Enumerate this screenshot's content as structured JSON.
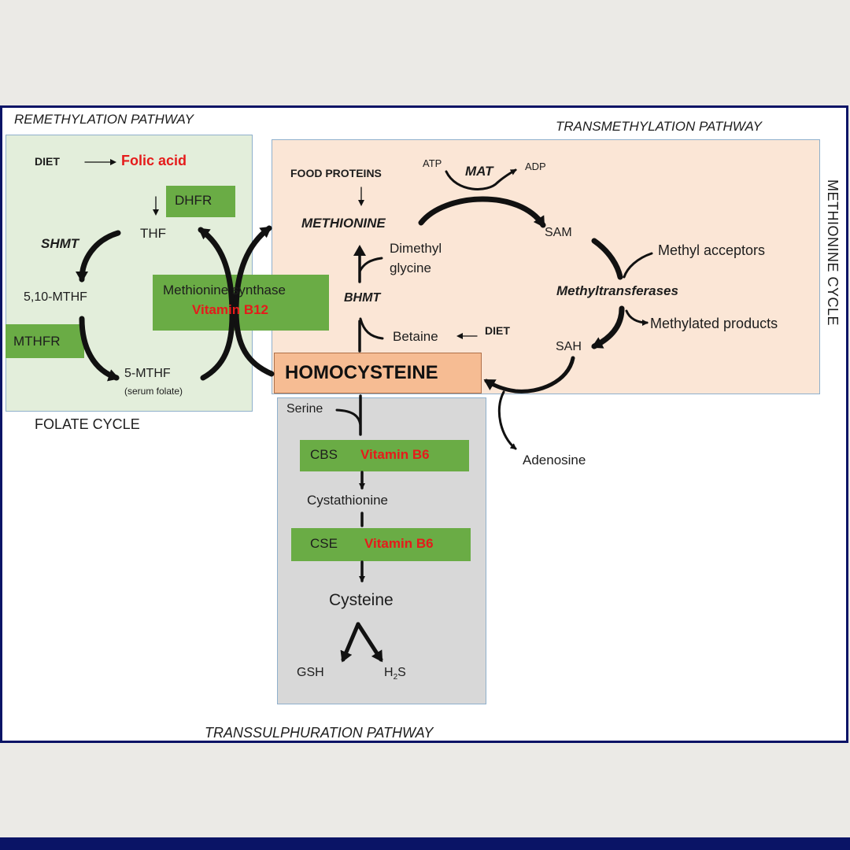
{
  "pathways": {
    "remethylation": "REMETHYLATION PATHWAY",
    "transmethylation": "TRANSMETHYLATION PATHWAY",
    "transsulphuration": "TRANSSULPHURATION PATHWAY",
    "methionine_cycle": "METHIONINE CYCLE",
    "folate_cycle": "FOLATE CYCLE"
  },
  "folate": {
    "diet": "DIET",
    "folic_acid": "Folic acid",
    "dhfr": "DHFR",
    "thf": "THF",
    "shmt": "SHMT",
    "mthf_510": "5,10-MTHF",
    "mthfr": "MTHFR",
    "mthf_5": "5-MTHF",
    "serum_folate": "(serum folate)"
  },
  "enzyme_b12": {
    "name": "Methionine synthase",
    "vitamin": "Vitamin B12"
  },
  "methionine_cycle": {
    "food_proteins": "FOOD PROTEINS",
    "methionine": "METHIONINE",
    "atp": "ATP",
    "mat": "MAT",
    "adp": "ADP",
    "sam": "SAM",
    "methyl_acceptors": "Methyl acceptors",
    "methyltransferases": "Methyltransferases",
    "methylated_products": "Methylated products",
    "sah": "SAH",
    "dimethyl": "Dimethyl",
    "glycine": "glycine",
    "bhmt": "BHMT",
    "betaine": "Betaine",
    "diet": "DIET"
  },
  "homocysteine": "HOMOCYSTEINE",
  "adenosine": "Adenosine",
  "transsulphuration": {
    "serine": "Serine",
    "cbs": "CBS",
    "cbs_vitamin": "Vitamin B6",
    "cystathionine": "Cystathionine",
    "cse": "CSE",
    "cse_vitamin": "Vitamin B6",
    "cysteine": "Cysteine",
    "gsh": "GSH",
    "h2s_h": "H",
    "h2s_sub": "2",
    "h2s_s": "S"
  }
}
